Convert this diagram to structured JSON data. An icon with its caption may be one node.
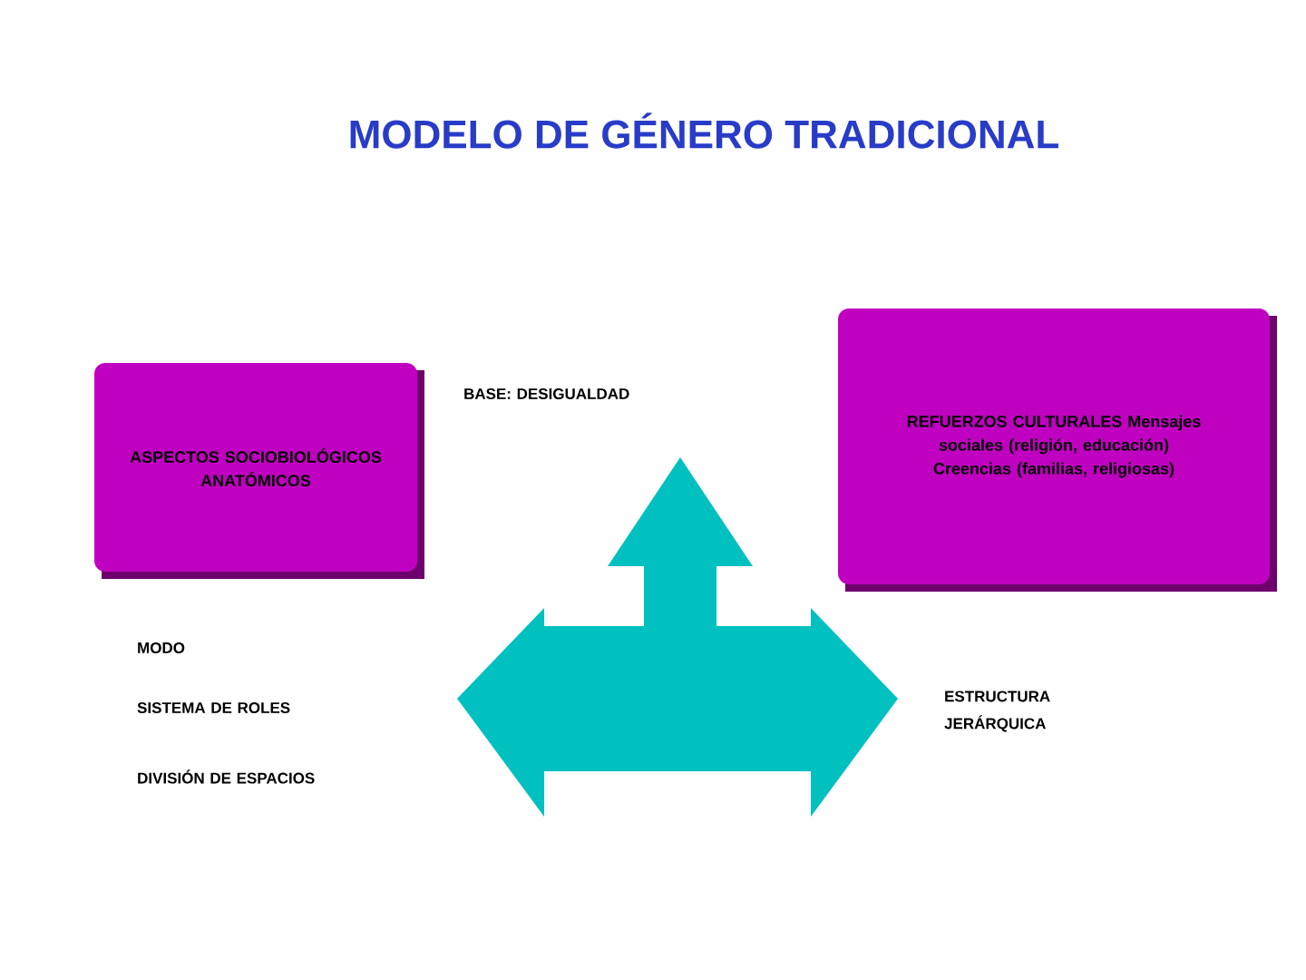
{
  "diagram": {
    "title": "MODELO DE GÉNERO TRADICIONAL",
    "nodes": [
      {
        "text": [
          "ASPECTOS SOCIOBIOLÓGICOS ANATÓMICOS"
        ]
      },
      {
        "text": [
          "REFUERZOS CULTURALES Mensajes sociales (religión, educación) Creencias (familias, religiosas)"
        ]
      }
    ],
    "edges": [],
    "labels": [
      "BASE: DESIGUALDAD",
      "MODO",
      "SISTEMA DE ROLES",
      "DIVISIÓN DE ESPACIOS",
      "ESTRUCTURA JERÁRQUICA"
    ]
  }
}
